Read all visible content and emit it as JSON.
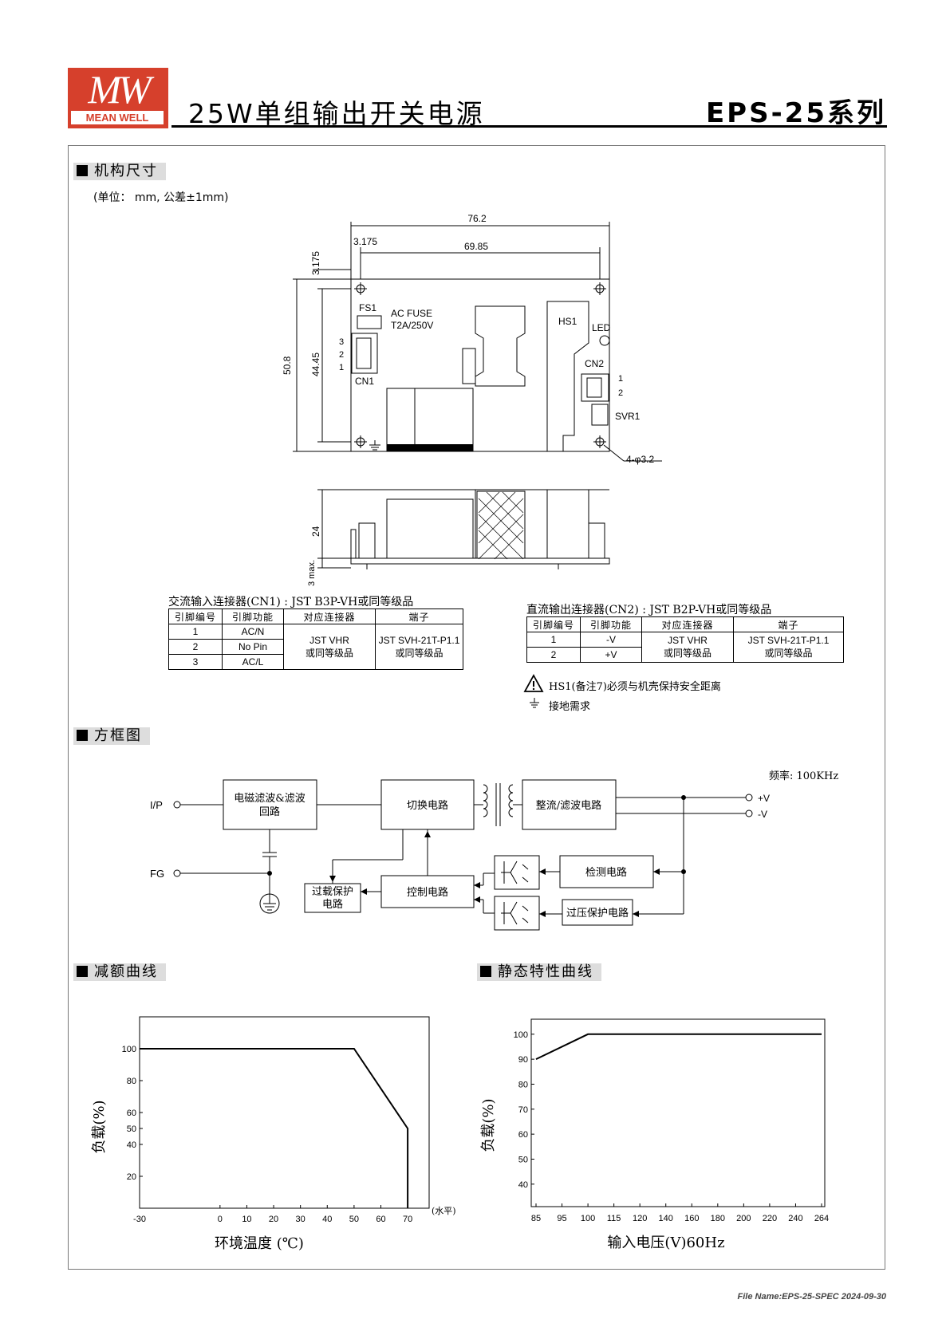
{
  "header": {
    "logo_mark": "MW",
    "logo_text": "MEAN WELL",
    "title": "25W单组输出开关电源",
    "series": "EPS-25系列"
  },
  "mechanical": {
    "section_title": "机构尺寸",
    "unit_note": "(单位： mm, 公差±1mm)",
    "dims": {
      "width": "76.2",
      "inner_width": "69.85",
      "offset_x": "3.175",
      "offset_y": "3.175",
      "height": "50.8",
      "inner_height": "44.45",
      "thickness": "24",
      "pin": "3 max.",
      "holes": "4-φ3.2"
    },
    "board_labels": {
      "fs1": "FS1",
      "fuse1": "AC FUSE",
      "fuse2": "T2A/250V",
      "cn1": "CN1",
      "cn1_pins": [
        "3",
        "2",
        "1"
      ],
      "hs1": "HS1",
      "led": "LED",
      "cn2": "CN2",
      "cn2_pins": [
        "1",
        "2"
      ],
      "svr1": "SVR1"
    }
  },
  "cn1": {
    "caption": "交流输入连接器(CN1) : JST B3P-VH或同等级品",
    "headers": [
      "引脚编号",
      "引脚功能",
      "对应连接器",
      "端子"
    ],
    "rows": [
      [
        "1",
        "AC/N"
      ],
      [
        "2",
        "No Pin"
      ],
      [
        "3",
        "AC/L"
      ]
    ],
    "mating_l1": "JST VHR",
    "mating_l2": "或同等级品",
    "terminal_l1": "JST SVH-21T-P1.1",
    "terminal_l2": "或同等级品"
  },
  "cn2": {
    "caption": "直流输出连接器(CN2) : JST B2P-VH或同等级品",
    "headers": [
      "引脚编号",
      "引脚功能",
      "对应连接器",
      "端子"
    ],
    "rows": [
      [
        "1",
        "-V"
      ],
      [
        "2",
        "+V"
      ]
    ],
    "mating_l1": "JST VHR",
    "mating_l2": "或同等级品",
    "terminal_l1": "JST SVH-21T-P1.1",
    "terminal_l2": "或同等级品"
  },
  "notes": {
    "hs1": "HS1(备注7)必须与机壳保持安全距离",
    "ground": "接地需求"
  },
  "block": {
    "section_title": "方框图",
    "freq": "频率: 100KHz",
    "ip": "I/P",
    "fg": "FG",
    "emi_l1": "电磁滤波&滤波",
    "emi_l2": "回路",
    "switch": "切换电路",
    "rect": "整流/滤波电路",
    "detect": "检测电路",
    "control": "控制电路",
    "olp_l1": "过载保护",
    "olp_l2": "电路",
    "ovp": "过压保护电路",
    "vplus": "+V",
    "vminus": "-V"
  },
  "derating": {
    "section_title": "减额曲线",
    "ylabel": "负载(%)",
    "xlabel": "环境温度 (℃)",
    "x_note": "(水平)"
  },
  "static": {
    "section_title": "静态特性曲线",
    "ylabel": "负载(%)",
    "xlabel": "输入电压(V)60Hz"
  },
  "chart_data": [
    {
      "type": "line",
      "title": "减额曲线",
      "xlabel": "环境温度 (℃)",
      "ylabel": "负载(%)",
      "x_ticks": [
        -30,
        0,
        10,
        20,
        30,
        40,
        50,
        60,
        70
      ],
      "y_ticks": [
        20,
        40,
        50,
        60,
        80,
        100
      ],
      "xlim": [
        -30,
        78
      ],
      "ylim": [
        0,
        120
      ],
      "grid": false,
      "series": [
        {
          "x": [
            -30,
            50,
            70,
            70
          ],
          "y": [
            100,
            100,
            50,
            0
          ]
        }
      ]
    },
    {
      "type": "line",
      "title": "静态特性曲线",
      "xlabel": "输入电压(V)60Hz",
      "ylabel": "负载(%)",
      "x_ticks": [
        "85",
        "95",
        "100",
        "115",
        "120",
        "140",
        "160",
        "180",
        "200",
        "220",
        "240",
        "264"
      ],
      "y_ticks": [
        40,
        50,
        60,
        70,
        80,
        90,
        100
      ],
      "ylim": [
        31,
        106
      ],
      "grid": false,
      "series": [
        {
          "x": [
            "85",
            "100",
            "264"
          ],
          "y": [
            90,
            100,
            100
          ]
        }
      ]
    }
  ],
  "footer": "File Name:EPS-25-SPEC   2024-09-30"
}
